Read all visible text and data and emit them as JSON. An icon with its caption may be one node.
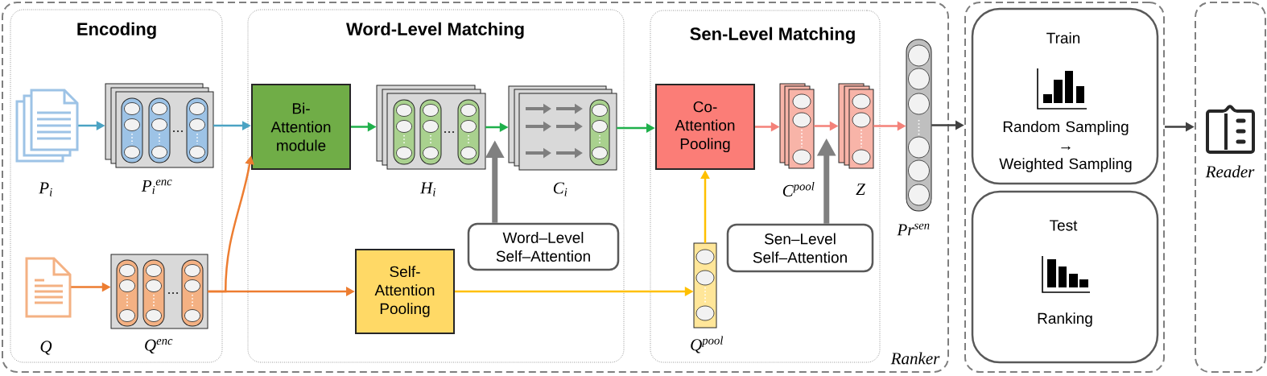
{
  "diagram": {
    "nodes": [
      {
        "text": [
          "Ranker"
        ]
      },
      {
        "text": [
          "Encoding"
        ],
        "in": 0
      },
      {
        "text": [],
        "shape": "document",
        "beside": [
          "P$_{i}$"
        ],
        "in": 1
      },
      {
        "text": [],
        "shape": "box",
        "beside": [
          "P$_{i}$$^{enc}$"
        ],
        "in": 1
      },
      {
        "text": [],
        "shape": "document",
        "beside": [
          "Q"
        ],
        "in": 1
      },
      {
        "text": [],
        "shape": "box",
        "beside": [
          "Q$^{enc}$"
        ],
        "in": 1
      },
      {
        "text": [
          "Word-Level Matching"
        ],
        "in": 0
      },
      {
        "text": [
          "Bi-Attention module"
        ],
        "in": 6
      },
      {
        "text": [],
        "shape": "box",
        "beside": [
          "H$_{i}$"
        ],
        "in": 6
      },
      {
        "text": [],
        "shape": "box",
        "beside": [
          "C$_{i}$"
        ],
        "in": 6
      },
      {
        "text": [
          "Self-Attention Pooling"
        ],
        "in": 6
      },
      {
        "text": [
          "Word–Level Self–Attention"
        ],
        "in": 6
      },
      {
        "text": [
          "Sen-Level Matching"
        ],
        "in": 0
      },
      {
        "text": [
          "Co-Attention Pooling"
        ],
        "in": 12
      },
      {
        "text": [],
        "shape": "box",
        "beside": [
          "C$^{pool}$"
        ],
        "in": 12
      },
      {
        "text": [],
        "shape": "box",
        "beside": [
          "Z"
        ],
        "in": 12
      },
      {
        "text": [],
        "shape": "box",
        "beside": [
          "Q$^{pool}$"
        ],
        "in": 12
      },
      {
        "text": [
          "Sen–Level Self–Attention"
        ],
        "in": 12
      },
      {
        "text": [],
        "shape": "box",
        "beside": [
          "Pr$^{sen}$"
        ],
        "in": 0
      },
      {
        "text": [],
        "shape": "box"
      },
      {
        "text": [
          "Train",
          "Random Sampling → Weighted Sampling"
        ],
        "in": 19
      },
      {
        "text": [
          "Test",
          "Ranking"
        ],
        "in": 19
      },
      {
        "text": [
          "Reader"
        ]
      }
    ],
    "edges": [
      {
        "from": 2,
        "to": 3,
        "arrow": "to",
        "color": "#4ba3c3"
      },
      {
        "from": 3,
        "to": 7,
        "arrow": "to",
        "color": "#4ba3c3"
      },
      {
        "from": 4,
        "to": 5,
        "arrow": "to",
        "color": "#ed7d31"
      },
      {
        "from": 5,
        "to": 7,
        "arrow": "to",
        "color": "#ed7d31"
      },
      {
        "from": 5,
        "to": 10,
        "arrow": "to",
        "color": "#ed7d31"
      },
      {
        "from": 7,
        "to": 8,
        "arrow": "to",
        "color": "#1fb04b"
      },
      {
        "from": 8,
        "to": 9,
        "arrow": "to",
        "color": "#1fb04b"
      },
      {
        "from": 9,
        "to": 13,
        "arrow": "to",
        "color": "#1fb04b"
      },
      {
        "from": 10,
        "to": 16,
        "arrow": "to",
        "color": "#ffc000"
      },
      {
        "from": 16,
        "to": 13,
        "arrow": "to",
        "color": "#ffc000"
      },
      {
        "from": 11,
        "to": 8,
        "arrow": "to",
        "style": "thick",
        "color": "#808080"
      },
      {
        "from": 13,
        "to": 14,
        "arrow": "to",
        "color": "#f4827a"
      },
      {
        "from": 14,
        "to": 15,
        "arrow": "to",
        "color": "#f4827a"
      },
      {
        "from": 17,
        "to": 14,
        "arrow": "to",
        "style": "thick",
        "color": "#808080"
      },
      {
        "from": 15,
        "to": 18,
        "arrow": "to",
        "color": "#f4827a"
      },
      {
        "from": 18,
        "to": 19,
        "arrow": "to",
        "color": "#404040"
      },
      {
        "from": 19,
        "to": 22,
        "arrow": "to",
        "color": "#404040"
      }
    ]
  }
}
